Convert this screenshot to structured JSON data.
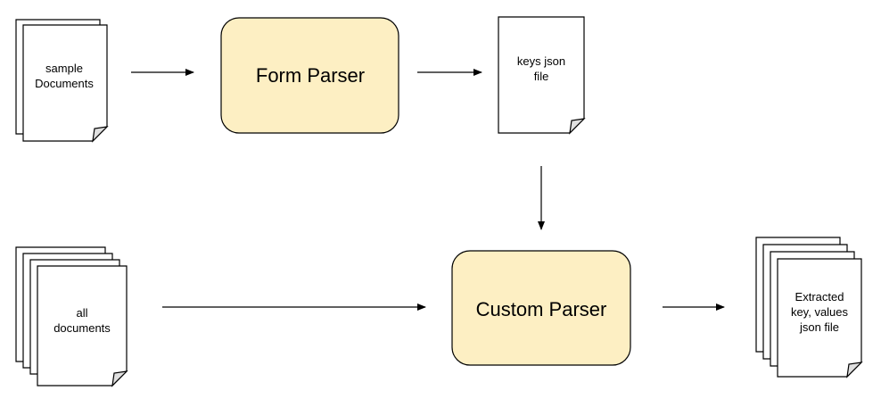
{
  "nodes": {
    "sample_documents": {
      "label": [
        "sample",
        "Documents"
      ]
    },
    "form_parser": {
      "label": "Form Parser"
    },
    "keys_json_file": {
      "label": [
        "keys json",
        "file"
      ]
    },
    "all_documents": {
      "label": [
        "all",
        "documents"
      ]
    },
    "custom_parser": {
      "label": "Custom Parser"
    },
    "extracted_output": {
      "label": [
        "Extracted",
        "key, values",
        "json file"
      ]
    }
  },
  "colors": {
    "process_fill": "#fdefc3",
    "stroke": "#000000",
    "page_fill": "#ffffff",
    "fold_fill": "#e0e0e0"
  }
}
